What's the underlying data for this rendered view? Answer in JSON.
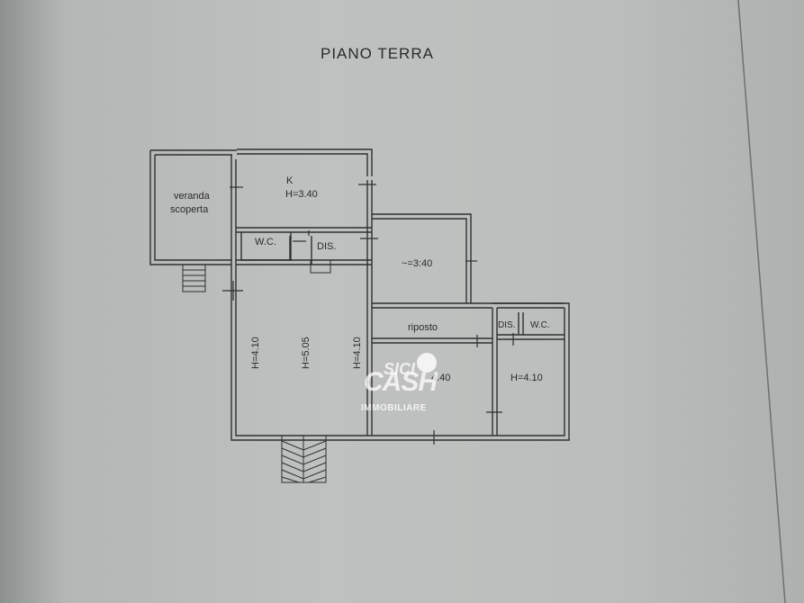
{
  "title": "PIANO TERRA",
  "rooms": {
    "veranda_line1": "veranda",
    "veranda_line2": "scoperta",
    "kitchen_name": "K",
    "kitchen_height": "H=3.40",
    "wc_left": "W.C.",
    "dis_left": "DIS.",
    "room_center_height": "~=3:40",
    "living_height_left": "H=4.10",
    "living_height_center": "H=5.05",
    "living_height_right": "H=4.10",
    "riposto": "riposto",
    "riposto_lower_height": "4.40",
    "dis_right": "DIS.",
    "wc_right": "W.C.",
    "right_room_height": "H=4.10"
  },
  "watermark": {
    "top": "SICI",
    "main": "CASH",
    "bottom": "IMMOBILIARE"
  }
}
